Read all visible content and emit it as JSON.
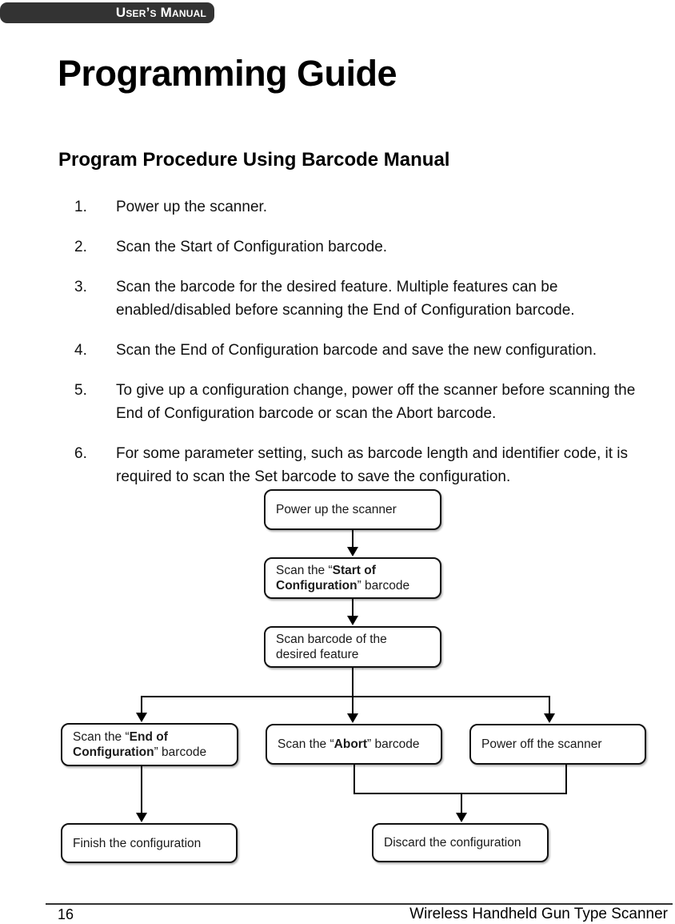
{
  "header": {
    "badge": "User’s Manual"
  },
  "title": "Programming Guide",
  "section_heading": "Program Procedure Using Barcode Manual",
  "steps": [
    {
      "num": "1.",
      "text": "Power up the scanner."
    },
    {
      "num": "2.",
      "text": "Scan the Start of Configuration barcode."
    },
    {
      "num": "3.",
      "text": "Scan the barcode for the desired feature. Multiple features can be enabled/disabled before scanning the End of Configuration barcode."
    },
    {
      "num": "4.",
      "text": "Scan the End of Configuration barcode and save the new configuration."
    },
    {
      "num": "5.",
      "text": "To give up a configuration change, power off the scanner before scanning the End of Configuration barcode or scan the Abort barcode."
    },
    {
      "num": "6.",
      "text": "For some parameter setting, such as barcode length and identifier code, it is required to scan the Set barcode to save the configuration."
    }
  ],
  "flowchart": {
    "power_up": {
      "text": "Power up the scanner"
    },
    "start_config": {
      "pre": "Scan the “",
      "bold1": "Start of",
      "bold2": "Configuration",
      "post": "” barcode"
    },
    "scan_feature": {
      "line1": "Scan barcode of the",
      "line2": "desired feature"
    },
    "end_config": {
      "pre": "Scan the “",
      "bold1": "End of",
      "bold2": "Configuration",
      "post": "” barcode"
    },
    "abort": {
      "pre": "Scan the “",
      "bold": "Abort",
      "post": "” barcode"
    },
    "power_off": {
      "text": "Power off the scanner"
    },
    "finish": {
      "text": "Finish the configuration"
    },
    "discard": {
      "text": "Discard the configuration"
    }
  },
  "footer": {
    "page_number": "16",
    "text": "Wireless Handheld Gun Type Scanner"
  },
  "colors": {
    "badge_bg": "#333333",
    "text": "#1a1a1a",
    "line": "#000000"
  }
}
